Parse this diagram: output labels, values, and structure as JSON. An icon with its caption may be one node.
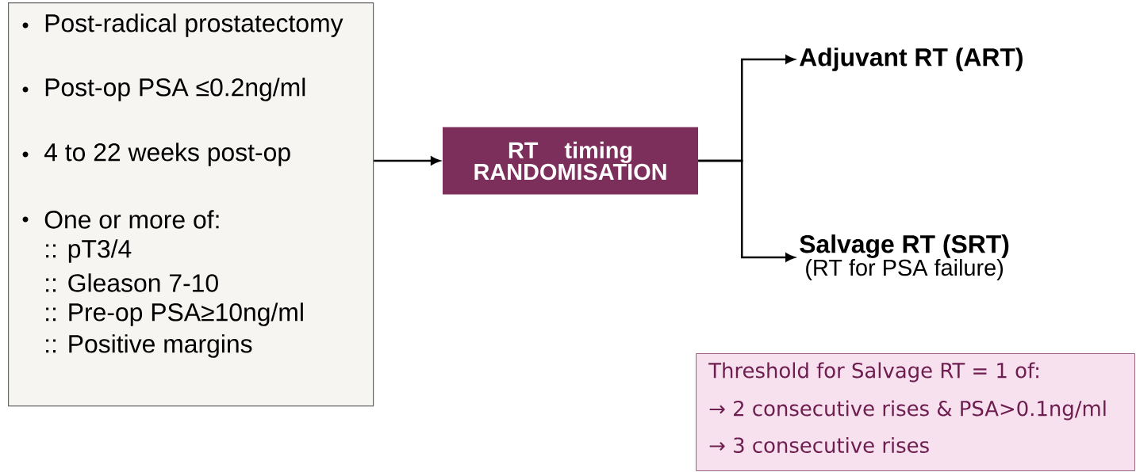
{
  "diagram": {
    "nodes": [
      {
        "text": [
          "Post-radical prostatectomy",
          "Post-op PSA ≤0.2ng/ml",
          "4 to 22 weeks post-op",
          "One or more of:",
          ":: pT3/4",
          ":: Gleason 7-10",
          ":: Pre-op PSA≥10ng/ml",
          ":: Positive margins"
        ]
      },
      {
        "text": [
          "RT timing RANDOMISATION"
        ]
      },
      {
        "text": [
          "Adjuvant RT (ART)"
        ]
      },
      {
        "text": [
          "Salvage RT (SRT)",
          "(RT for PSA failure)"
        ]
      },
      {
        "text": [
          "Threshold for Salvage RT = 1 of:",
          "→ 2 consecutive rises & PSA>0.1ng/ml",
          "→ 3 consecutive rises"
        ]
      }
    ],
    "edges": [
      {
        "from": 0,
        "to": 1,
        "arrow": "to"
      },
      {
        "from": 1,
        "to": 2,
        "arrow": "to"
      },
      {
        "from": 1,
        "to": 3,
        "arrow": "to"
      }
    ]
  }
}
